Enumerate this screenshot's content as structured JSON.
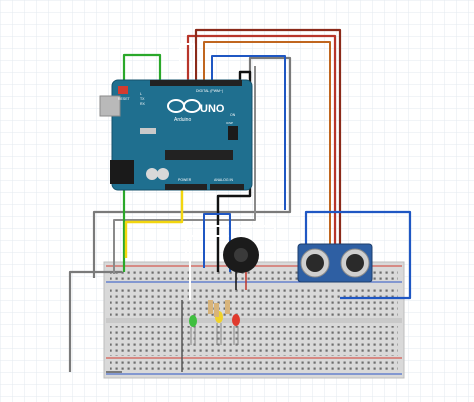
{
  "board": {
    "brand": "UNO",
    "maker": "Arduino",
    "digital_header": "DIGITAL (PWM~)",
    "power_header": "POWER",
    "analog_header": "ANALOG IN",
    "reset": "RESET",
    "led_tx": "TX",
    "led_rx": "RX",
    "led_l": "L",
    "led_on": "ON",
    "icsp": "ICSP"
  },
  "colors": {
    "grid": "#e6ecf0",
    "board": "#1f6f8f",
    "breadboard": "#dcdcdc",
    "wire_green": "#29a829",
    "wire_red": "#c0342b",
    "wire_darkred": "#8b2a1a",
    "wire_orange": "#c0661f",
    "wire_blue": "#1f57c3",
    "wire_black": "#111111",
    "wire_gray": "#777777",
    "wire_white": "#ffffff",
    "wire_yellow": "#f2d60f"
  },
  "components": {
    "buzzer": "piezo-buzzer",
    "sensor": "ultrasonic-sensor",
    "leds": [
      "green",
      "yellow",
      "red"
    ]
  }
}
